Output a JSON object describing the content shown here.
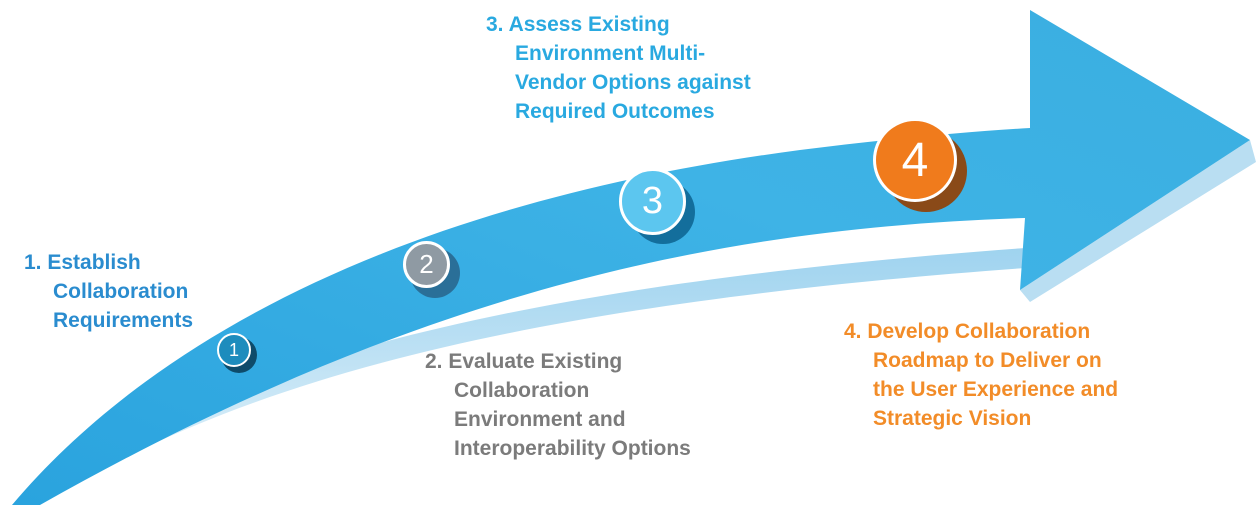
{
  "colors": {
    "arrow_main": "#3aaee0",
    "arrow_dark": "#1f8fc8",
    "arrow_light": "#c6e6f6",
    "step1": "#2a8ccf",
    "step2": "#7b7b7b",
    "step3": "#29a9e0",
    "step4": "#f28c28"
  },
  "steps": [
    {
      "number": "1",
      "lines": [
        "1. Establish",
        "Collaboration",
        "Requirements"
      ],
      "marker_fill": "#1d8cbd",
      "marker_ring": "#ffffff"
    },
    {
      "number": "2",
      "lines": [
        "2. Evaluate Existing",
        "Collaboration",
        "Environment and",
        "Interoperability Options"
      ],
      "marker_fill": "#8f9aa3",
      "marker_ring": "#ffffff"
    },
    {
      "number": "3",
      "lines": [
        "3. Assess Existing",
        "Environment Multi-",
        "Vendor Options against",
        "Required Outcomes"
      ],
      "marker_fill": "#5cc6ef",
      "marker_ring": "#ffffff"
    },
    {
      "number": "4",
      "lines": [
        "4. Develop Collaboration",
        "Roadmap to Deliver on",
        "the User Experience and",
        "Strategic Vision"
      ],
      "marker_fill": "#f07b1c",
      "marker_ring": "#ffffff"
    }
  ]
}
